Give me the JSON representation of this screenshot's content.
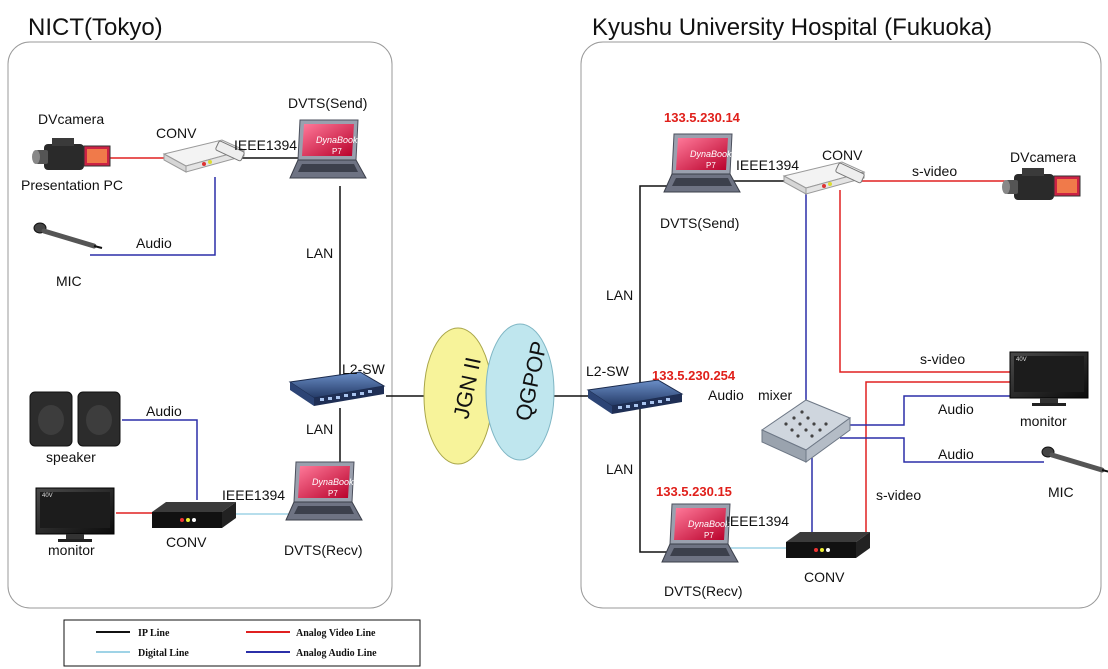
{
  "sites": {
    "left": "NICT(Tokyo)",
    "right": "Kyushu University Hospital (Fukuoka)"
  },
  "left": {
    "dvcamera": "DVcamera",
    "presentation_pc": "Presentation PC",
    "conv_top": "CONV",
    "ieee1394_top": "IEEE1394",
    "dvts_send": "DVTS(Send)",
    "audio_mic": "Audio",
    "mic": "MIC",
    "lan_top": "LAN",
    "l2sw": "L2-SW",
    "lan_bottom": "LAN",
    "audio_speaker": "Audio",
    "speaker": "speaker",
    "ieee1394_bottom": "IEEE1394",
    "monitor": "monitor",
    "conv_bottom": "CONV",
    "dvts_recv": "DVTS(Recv)"
  },
  "network": {
    "jgn": "JGN II",
    "qgpop": "QGPOP"
  },
  "right": {
    "ip_send": "133.5.230.14",
    "ieee1394_top": "IEEE1394",
    "conv_top": "CONV",
    "svideo_top": "s-video",
    "dvcamera": "DVcamera",
    "dvts_send": "DVTS(Send)",
    "lan_top": "LAN",
    "l2sw": "L2-SW",
    "ip_sw": "133.5.230.254",
    "audio_mixer": "Audio",
    "mixer": "mixer",
    "svideo_monitor": "s-video",
    "audio_monitor": "Audio",
    "monitor": "monitor",
    "audio_mic": "Audio",
    "mic": "MIC",
    "svideo_conv": "s-video",
    "lan_bottom": "LAN",
    "ip_recv": "133.5.230.15",
    "ieee1394_bottom": "IEEE1394",
    "conv_bottom": "CONV",
    "dvts_recv": "DVTS(Recv)"
  },
  "device_text": {
    "laptop_brand": "DynaBook",
    "laptop_model": "P7",
    "monitor_badge": "40V"
  },
  "legend": {
    "ip": "IP Line",
    "analog_video": "Analog Video Line",
    "digital": "Digital Line",
    "analog_audio": "Analog Audio Line"
  },
  "colors": {
    "ip_line": "#111111",
    "analog_video": "#e02020",
    "digital": "#9fd3e6",
    "analog_audio": "#2b2fa8",
    "jgn_cloud": "#f7f39a",
    "qgpop_cloud": "#bfe6ee"
  }
}
